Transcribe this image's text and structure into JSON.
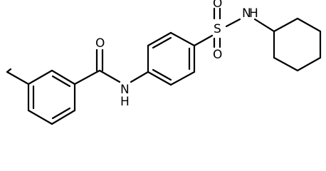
{
  "molecule": {
    "atoms": {
      "O_carbonyl": "O",
      "N_amide": "N",
      "H_amide": "H",
      "S": "S",
      "O_sulfonyl_top": "O",
      "O_sulfonyl_bottom": "O",
      "N_sulfonamide": "N",
      "H_sulfonamide": "H"
    }
  },
  "colors": {
    "bond": "#000000",
    "label": "#000000",
    "background": "#ffffff"
  }
}
